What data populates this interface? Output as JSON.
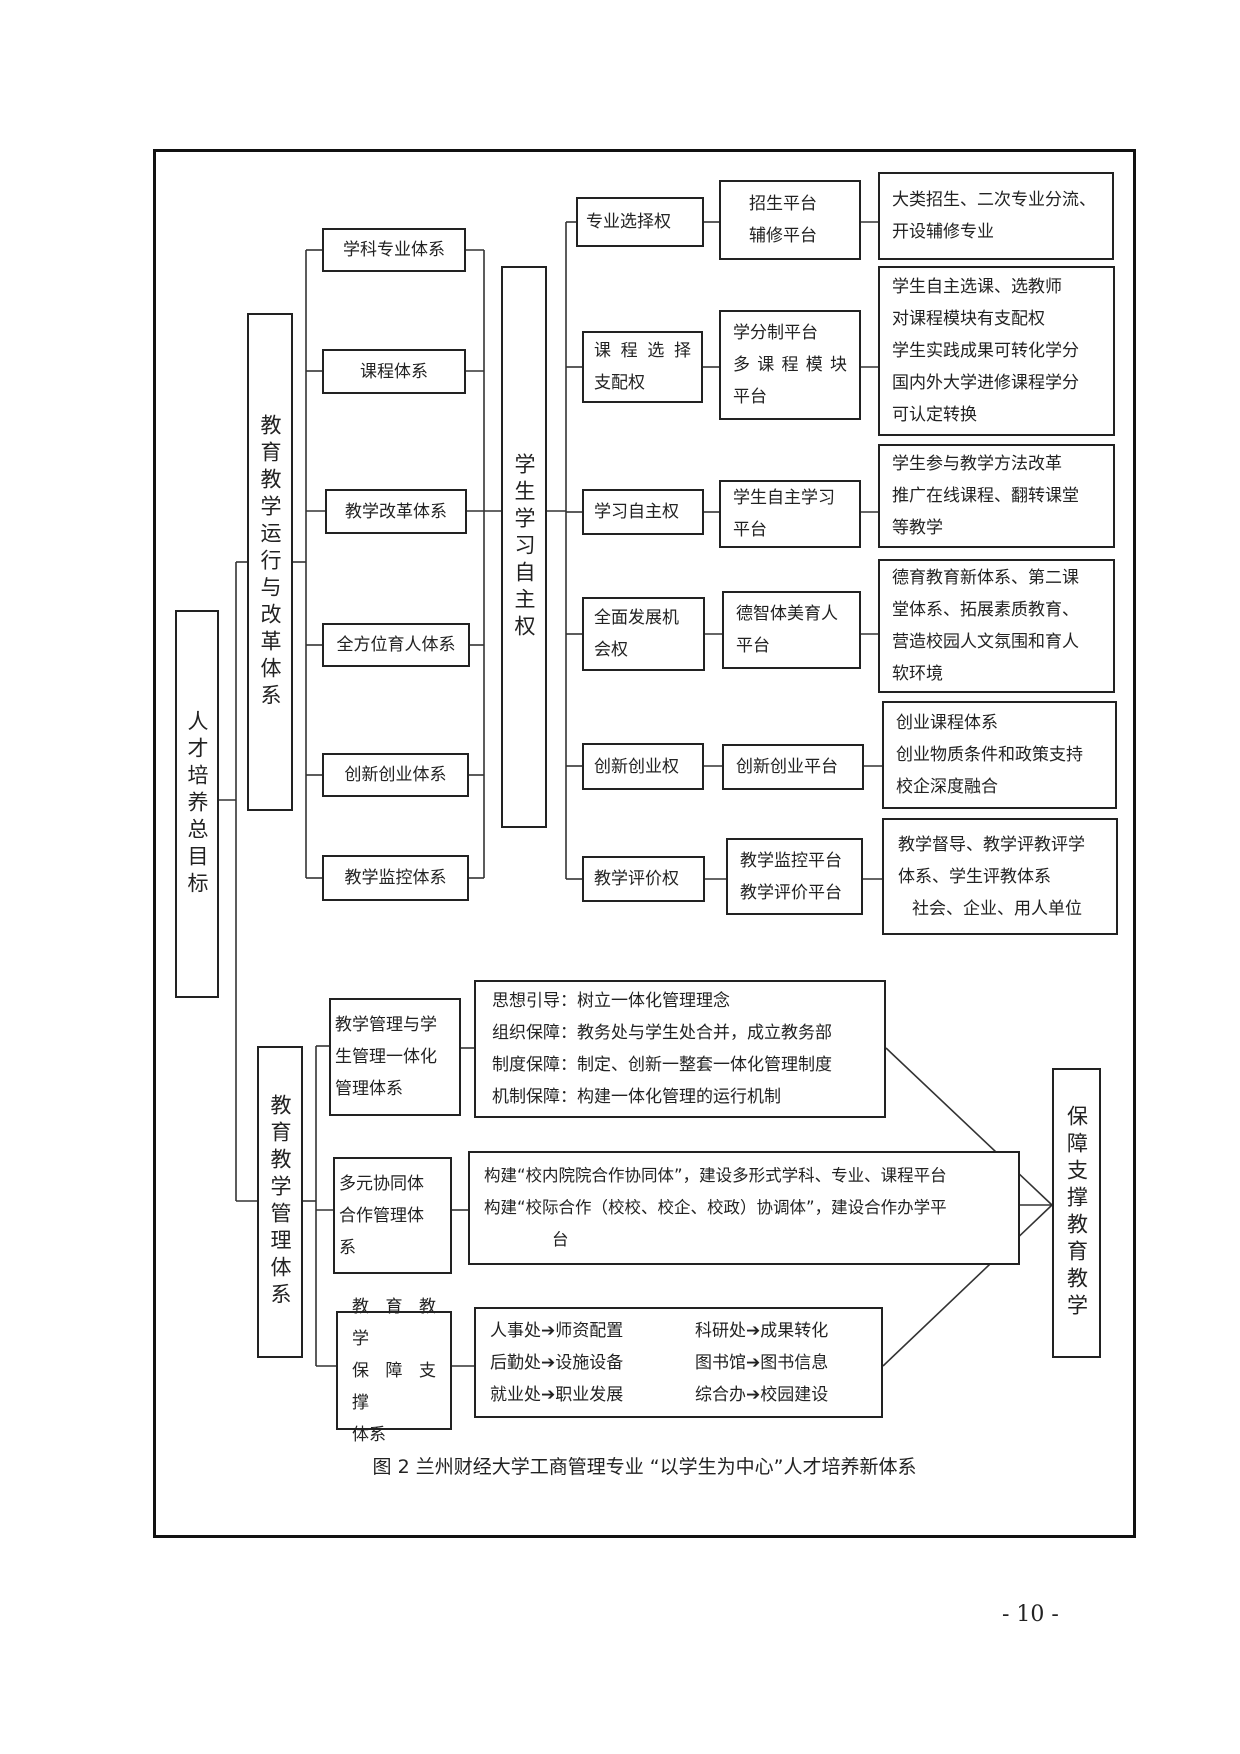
{
  "diagram": {
    "root": "人才培养总目标",
    "branch_top": "教育教学运行与改革体系",
    "branch_bottom": "教育教学管理体系",
    "systems": [
      "学科专业体系",
      "课程体系",
      "教学改革体系",
      "全方位育人体系",
      "创新创业体系",
      "教学监控体系"
    ],
    "center": "学生学习自主权",
    "rights": [
      {
        "right": [
          "专业选择权"
        ],
        "platform": [
          "招生平台",
          "辅修平台"
        ],
        "content": [
          "大类招生、二次专业分流、",
          "开设辅修专业"
        ]
      },
      {
        "right": [
          "课 程 选 择",
          "支配权"
        ],
        "platform": [
          "学分制平台",
          "多 课 程 模 块",
          "平台"
        ],
        "content": [
          "学生自主选课、选教师",
          "对课程模块有支配权",
          "学生实践成果可转化学分",
          "国内外大学进修课程学分",
          "可认定转换"
        ]
      },
      {
        "right": [
          "学习自主权"
        ],
        "platform": [
          "学生自主学习",
          "平台"
        ],
        "content": [
          "学生参与教学方法改革",
          "推广在线课程、翻转课堂",
          "等教学"
        ]
      },
      {
        "right": [
          "全面发展机",
          "会权"
        ],
        "platform": [
          "德智体美育人",
          "平台"
        ],
        "content": [
          "德育教育新体系、第二课",
          "堂体系、拓展素质教育、",
          "营造校园人文氛围和育人",
          "软环境"
        ]
      },
      {
        "right": [
          "创新创业权"
        ],
        "platform": [
          "创新创业平台"
        ],
        "content": [
          "创业课程体系",
          "创业物质条件和政策支持",
          "校企深度融合"
        ]
      },
      {
        "right": [
          "教学评价权"
        ],
        "platform": [
          "教学监控平台",
          "教学评价平台"
        ],
        "content": [
          "教学督导、教学评教评学",
          "体系、学生评教体系",
          "社会、企业、用人单位"
        ]
      }
    ],
    "mgmt": [
      {
        "name": [
          "教学管理与学",
          "生管理一体化",
          "管理体系"
        ],
        "content": [
          "思想引导：树立一体化管理理念",
          "组织保障：教务处与学生处合并，成立教务部",
          "制度保障：制定、创新一整套一体化管理制度",
          "机制保障：构建一体化管理的运行机制"
        ]
      },
      {
        "name": [
          "多元协同体",
          "合作管理体",
          "系"
        ],
        "content": [
          "构建“校内院院合作协同体”，建设多形式学科、专业、课程平台",
          "构建“校际合作（校校、校企、校政）协调体”，建设合作办学平",
          "台"
        ]
      },
      {
        "name": [
          "教 育 教 学",
          "保 障 支 撑",
          "体系"
        ],
        "pairs": [
          [
            {
              "from": "人事处",
              "to": "师资配置"
            },
            {
              "from": "科研处",
              "to": "成果转化"
            }
          ],
          [
            {
              "from": "后勤处",
              "to": "设施设备"
            },
            {
              "from": "图书馆",
              "to": "图书信息"
            }
          ],
          [
            {
              "from": "就业处",
              "to": "职业发展"
            },
            {
              "from": "综合办",
              "to": "校园建设"
            }
          ]
        ]
      }
    ],
    "support": "保障支撑教育教学",
    "arrow_glyph": "➔"
  },
  "caption": "图 2  兰州财经大学工商管理专业  “以学生为中心”人才培养新体系",
  "page_number": "- 10 -"
}
